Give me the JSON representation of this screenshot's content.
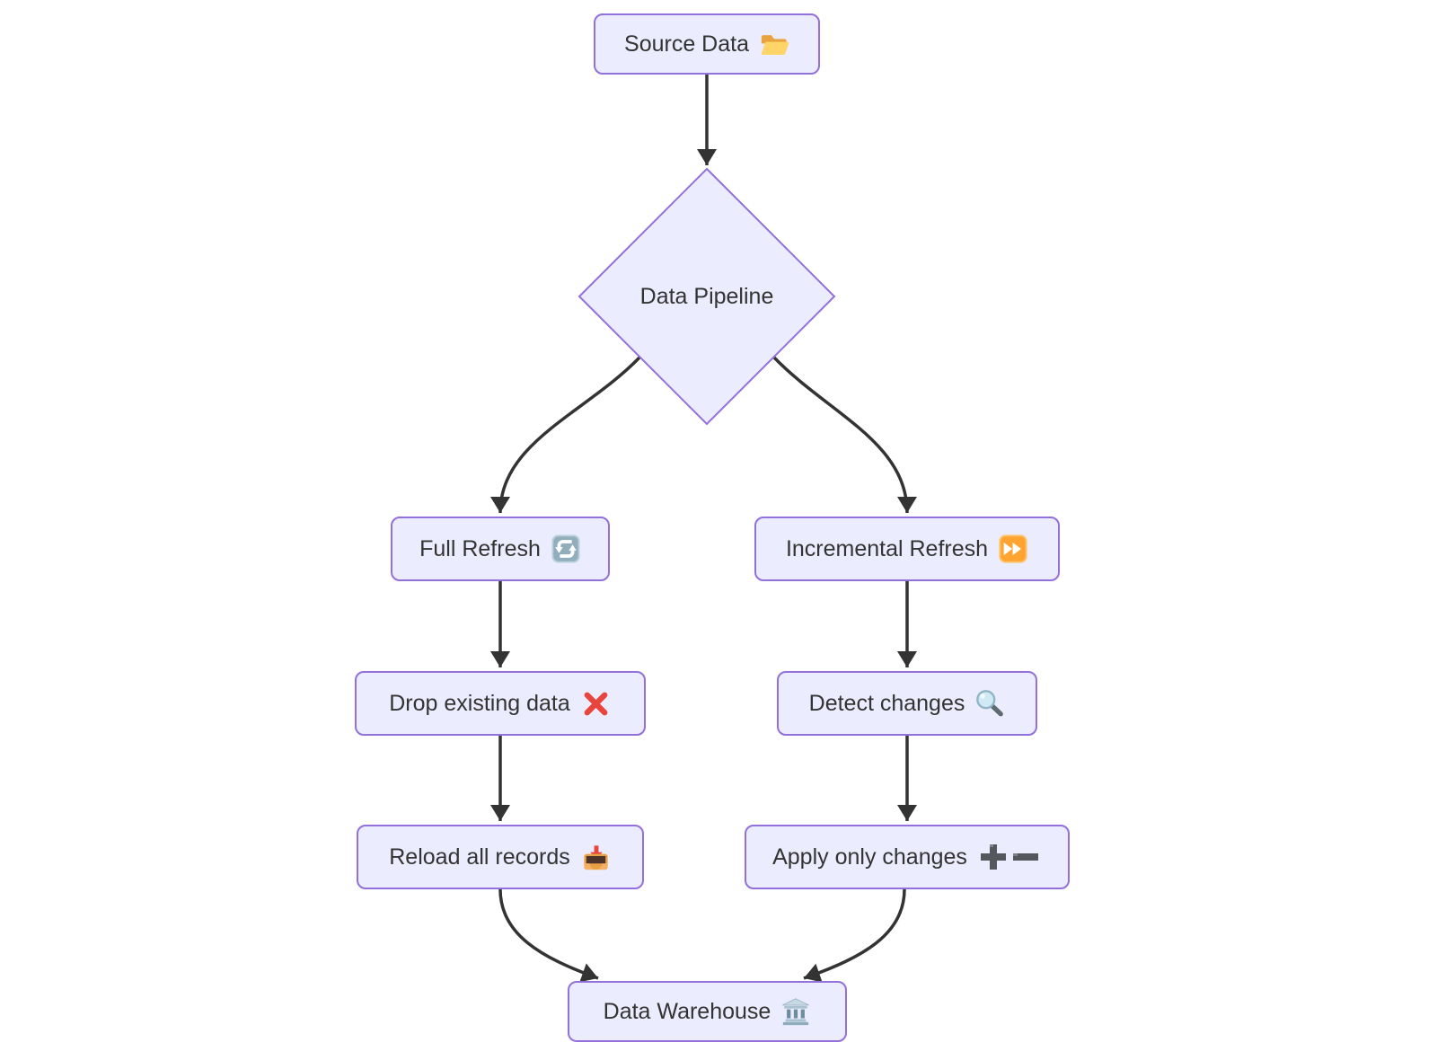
{
  "diagram_type": "flowchart",
  "colors": {
    "background": "#ffffff",
    "node_fill": "#ECECFF",
    "node_border": "#9370DB",
    "text": "#333333",
    "edge": "#333333"
  },
  "nodes": {
    "source": {
      "label": "Source Data",
      "icon": "open-folder-icon"
    },
    "pipeline": {
      "label": "Data Pipeline",
      "icon": ""
    },
    "full_refresh": {
      "label": "Full Refresh",
      "icon": "counterclockwise-arrows-icon"
    },
    "incremental_refresh": {
      "label": "Incremental Refresh",
      "icon": "fast-forward-icon"
    },
    "drop_existing": {
      "label": "Drop existing data",
      "icon": "cross-mark-icon"
    },
    "detect_changes": {
      "label": "Detect changes",
      "icon": "magnifying-glass-icon"
    },
    "reload_all": {
      "label": "Reload all records",
      "icon": "inbox-tray-icon"
    },
    "apply_changes": {
      "label": "Apply only changes",
      "icon": "plus-minus-icon"
    },
    "warehouse": {
      "label": "Data Warehouse",
      "icon": "classical-building-icon"
    }
  },
  "edges": [
    {
      "from": "source",
      "to": "pipeline"
    },
    {
      "from": "pipeline",
      "to": "full_refresh"
    },
    {
      "from": "pipeline",
      "to": "incremental_refresh"
    },
    {
      "from": "full_refresh",
      "to": "drop_existing"
    },
    {
      "from": "incremental_refresh",
      "to": "detect_changes"
    },
    {
      "from": "drop_existing",
      "to": "reload_all"
    },
    {
      "from": "detect_changes",
      "to": "apply_changes"
    },
    {
      "from": "reload_all",
      "to": "warehouse"
    },
    {
      "from": "apply_changes",
      "to": "warehouse"
    }
  ]
}
